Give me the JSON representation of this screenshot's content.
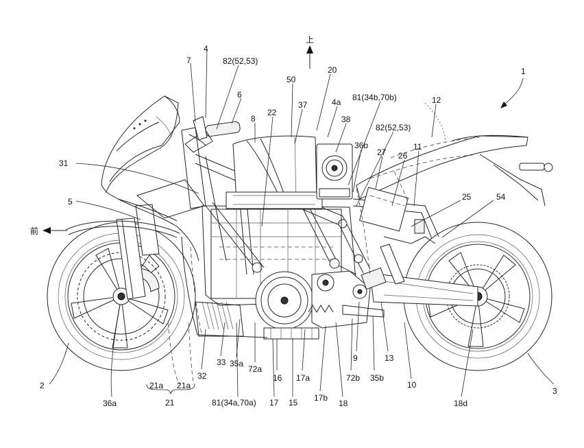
{
  "direction": {
    "up": "上",
    "front": "前"
  },
  "figure_number": "1",
  "labels": {
    "l_4": "4",
    "l_7": "7",
    "l_82_top": "82(52,53)",
    "l_50": "50",
    "l_20": "20",
    "l_6": "6",
    "l_37": "37",
    "l_4a": "4a",
    "l_81_top": "81(34b,70b)",
    "l_12": "12",
    "l_8": "8",
    "l_22": "22",
    "l_38": "38",
    "l_82_mid": "82(52,53)",
    "l_36b": "36b",
    "l_11": "11",
    "l_27": "27",
    "l_26": "26",
    "l_31": "31",
    "l_25": "25",
    "l_54": "54",
    "l_5": "5",
    "l_9": "9",
    "l_13": "13",
    "l_32": "32",
    "l_33": "33",
    "l_35a": "35a",
    "l_72a": "72a",
    "l_16": "16",
    "l_17a": "17a",
    "l_72b": "72b",
    "l_35b": "35b",
    "l_10": "10",
    "l_2": "2",
    "l_3": "3",
    "l_21a_left": "21a",
    "l_21a_right": "21a",
    "l_21": "21",
    "l_81_bottom": "81(34a,70a)",
    "l_17": "17",
    "l_15": "15",
    "l_17b": "17b",
    "l_18": "18",
    "l_18d": "18d",
    "l_36a": "36a"
  }
}
